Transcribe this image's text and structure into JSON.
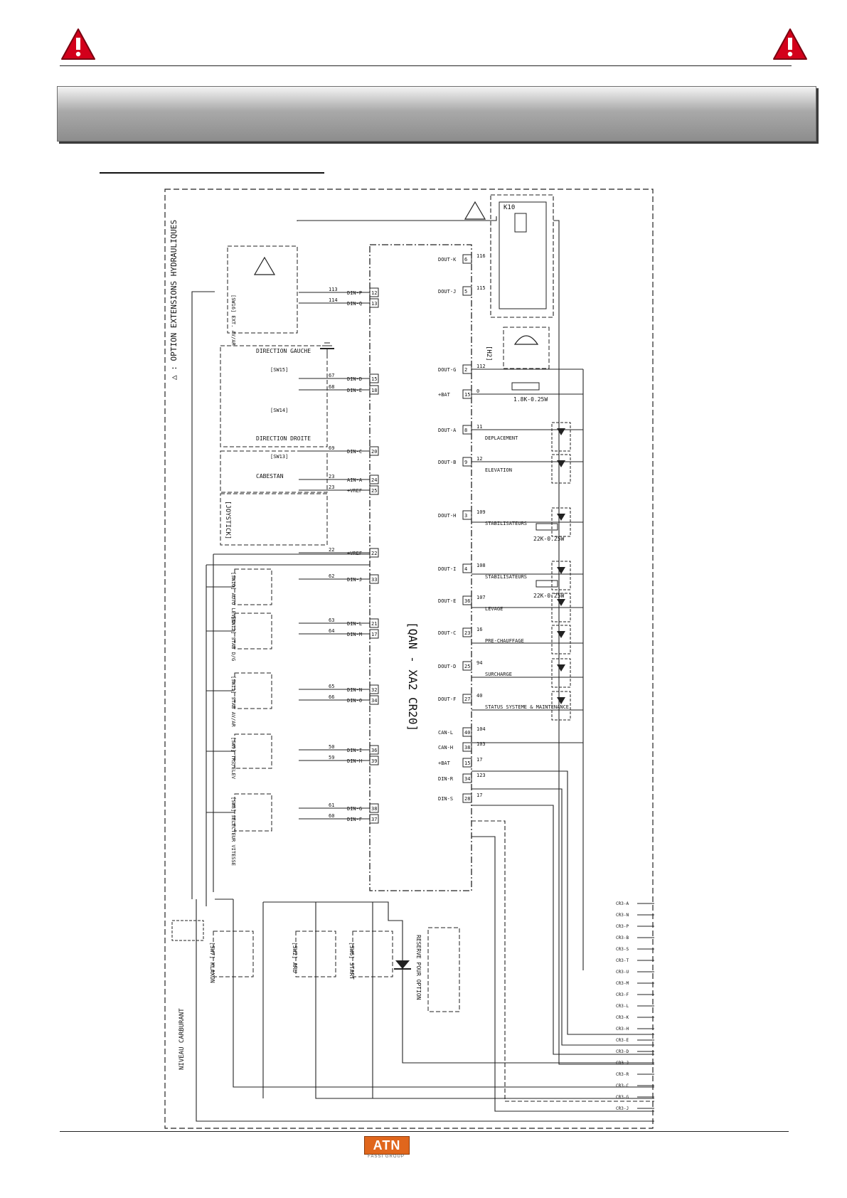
{
  "header": {
    "warning_icon_left": "warning-triangle-icon",
    "warning_icon_right": "warning-triangle-icon",
    "banner_color": "#9a9a9a",
    "accent": "#d3001b"
  },
  "diagram": {
    "caption": "△ : OPTION EXTENSIONS HYDRAULIQUES",
    "main_block": "[QAN - XA2 CR20]",
    "left_pins": [
      {
        "pin": "12",
        "label": "DIN-P",
        "wire": "113"
      },
      {
        "pin": "13",
        "label": "DIN-Q",
        "wire": "114"
      },
      {
        "pin": "15",
        "label": "DIN-D",
        "wire": "67"
      },
      {
        "pin": "18",
        "label": "DIN-E",
        "wire": "68"
      },
      {
        "pin": "20",
        "label": "DIN-C",
        "wire": "69"
      },
      {
        "pin": "24",
        "label": "AIN-A",
        "wire": "23"
      },
      {
        "pin": "25",
        "label": "+VREF",
        "wire": "23"
      },
      {
        "pin": "22",
        "label": "+VREF",
        "wire": "22"
      },
      {
        "pin": "33",
        "label": "DIN-J",
        "wire": "62"
      },
      {
        "pin": "21",
        "label": "DIN-L",
        "wire": "63"
      },
      {
        "pin": "17",
        "label": "DIN-M",
        "wire": "64"
      },
      {
        "pin": "32",
        "label": "DIN-N",
        "wire": "65"
      },
      {
        "pin": "34",
        "label": "DIN-O",
        "wire": "66"
      },
      {
        "pin": "36",
        "label": "DIN-I",
        "wire": "50"
      },
      {
        "pin": "39",
        "label": "DIN-H",
        "wire": "59"
      },
      {
        "pin": "38",
        "label": "DIN-G",
        "wire": "61"
      },
      {
        "pin": "37",
        "label": "DIN-F",
        "wire": "60"
      }
    ],
    "right_pins": [
      {
        "pin": "6",
        "label": "DOUT-K",
        "wire": "116"
      },
      {
        "pin": "5",
        "label": "DOUT-J",
        "wire": "115"
      },
      {
        "pin": "2",
        "label": "DOUT-G",
        "wire": "112"
      },
      {
        "pin": "15",
        "label": "+BAT",
        "wire": "0"
      },
      {
        "pin": "8",
        "label": "DOUT-A",
        "wire": "11"
      },
      {
        "pin": "9",
        "label": "DOUT-B",
        "wire": "12"
      },
      {
        "pin": "3",
        "label": "DOUT-H",
        "wire": "109"
      },
      {
        "pin": "4",
        "label": "DOUT-I",
        "wire": "108"
      },
      {
        "pin": "36",
        "label": "DOUT-E",
        "wire": "107"
      },
      {
        "pin": "23",
        "label": "DOUT-C",
        "wire": "16"
      },
      {
        "pin": "25",
        "label": "DOUT-D",
        "wire": "94"
      },
      {
        "pin": "27",
        "label": "DOUT-F",
        "wire": "40"
      },
      {
        "pin": "40",
        "label": "CAN-L",
        "wire": "104"
      },
      {
        "pin": "38",
        "label": "CAN-H",
        "wire": "103"
      },
      {
        "pin": "15",
        "label": "+BAT",
        "wire": "17"
      },
      {
        "pin": "34",
        "label": "DIN-R",
        "wire": "123"
      },
      {
        "pin": "28",
        "label": "DIN-S",
        "wire": "17"
      }
    ],
    "outputs": [
      "DEPLACEMENT",
      "ELEVATION",
      "STABILISATEURS",
      "STABILISATEURS",
      "LEVAGE",
      "PRE-CHAUFFAGE",
      "SURCHARGE",
      "STATUS SYSTEME & MAINTENANCE"
    ],
    "switches": [
      "[SW16] EXT. AV/AR",
      "[SW15]",
      "[SW14]",
      "[SW13]",
      "[SW10] AUTO LEVEL",
      "[SW12] STAB D/G",
      "[SW11] STAB AV/AR",
      "[SW9] TRS/ELEV",
      "[SW8] SELECTEUR VITESSE",
      "[SW7] KLAXON",
      "[SW2] ARU",
      "[SW6] START"
    ],
    "misc": {
      "relay": "K10",
      "horn": "[H2]",
      "resistor": "1.8K-0.25W",
      "resistors": [
        "22K-0.25W",
        "22K-0.25W"
      ],
      "joystick": "[JOYSTICK]",
      "fuel": "NIVEAU CARBURANT",
      "reserve": "RESERVE POUR OPTION",
      "direction_gauche": "DIRECTION GAUCHE",
      "direction_droite": "DIRECTION DROITE",
      "cabestan": "CABESTAN"
    },
    "connector": [
      "CR3-A",
      "CR3-N",
      "CR3-P",
      "CR3-B",
      "CR3-S",
      "CR3-T",
      "CR3-U",
      "CR3-M",
      "CR3-F",
      "CR3-L",
      "CR3-K",
      "CR3-H",
      "CR3-E",
      "CR3-D",
      "CR3-J",
      "CR3-R",
      "CR3-C",
      "CR3-G",
      "CR3-J"
    ]
  },
  "footer": {
    "brand": "ATN",
    "brand_sub": "FASSI GROUP",
    "brand_color": "#e0661c"
  }
}
